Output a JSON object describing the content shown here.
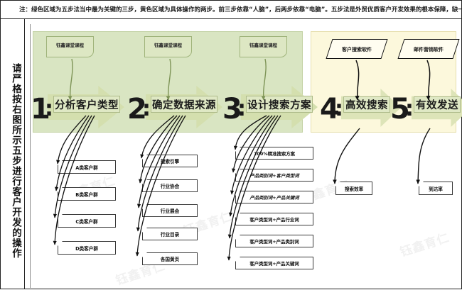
{
  "note": {
    "text": "注：绿色区域为五步法当中最为关键的三步，黄色区域为具体操作的两步。前三步依靠“人脑”，后两步依靠“电脑”。五步法是外贸优质客户开发效果的根本保障，缺一不可。"
  },
  "left_label": {
    "text": "请严格按右图所示五步进行客户开发的操作"
  },
  "colors": {
    "green_band": "#d9e5c2",
    "yellow_band": "#fcf8dc",
    "chevron": "#d4dfae",
    "step_box": "#dfe8c4",
    "leaf_border": "#3a3a3a"
  },
  "watermark": {
    "text": "钰鑫育仁"
  },
  "steps": [
    {
      "num": "1",
      "colon": ":",
      "title": "分析客户类型",
      "course_note": "钰鑫课堂课程",
      "band": "green"
    },
    {
      "num": "2",
      "colon": ":",
      "title": "确定数据来源",
      "course_note": "钰鑫课堂课程",
      "band": "green"
    },
    {
      "num": "3",
      "colon": ":",
      "title": "设计搜索方案",
      "course_note": "钰鑫课堂课程",
      "band": "green"
    },
    {
      "num": "4",
      "colon": ":",
      "title": "高效搜索",
      "software_note": "客户搜索软件",
      "band": "yellow"
    },
    {
      "num": "5",
      "colon": ":",
      "title": "有效发送",
      "software_note": "邮件营销软件",
      "band": "yellow"
    }
  ],
  "columns": [
    {
      "step": "1",
      "items": [
        "A类客户群",
        "B类客户群",
        "C类客户群",
        "D类客户群"
      ]
    },
    {
      "step": "2",
      "items": [
        "搜索引擎",
        "行业协会",
        "行业展会",
        "行业目录",
        "各国黄页"
      ]
    },
    {
      "step": "3",
      "items": [
        "100%精准搜索方案",
        "产品类别词+客户类型词",
        "产品类别词+产品关键词",
        "客户类型词+产品行业词",
        "客户类型词+产品类别词",
        "客户类型词+产品关键词"
      ]
    },
    {
      "step": "4",
      "items": [
        "搜索效率"
      ]
    },
    {
      "step": "5",
      "items": [
        "到达率"
      ]
    }
  ]
}
